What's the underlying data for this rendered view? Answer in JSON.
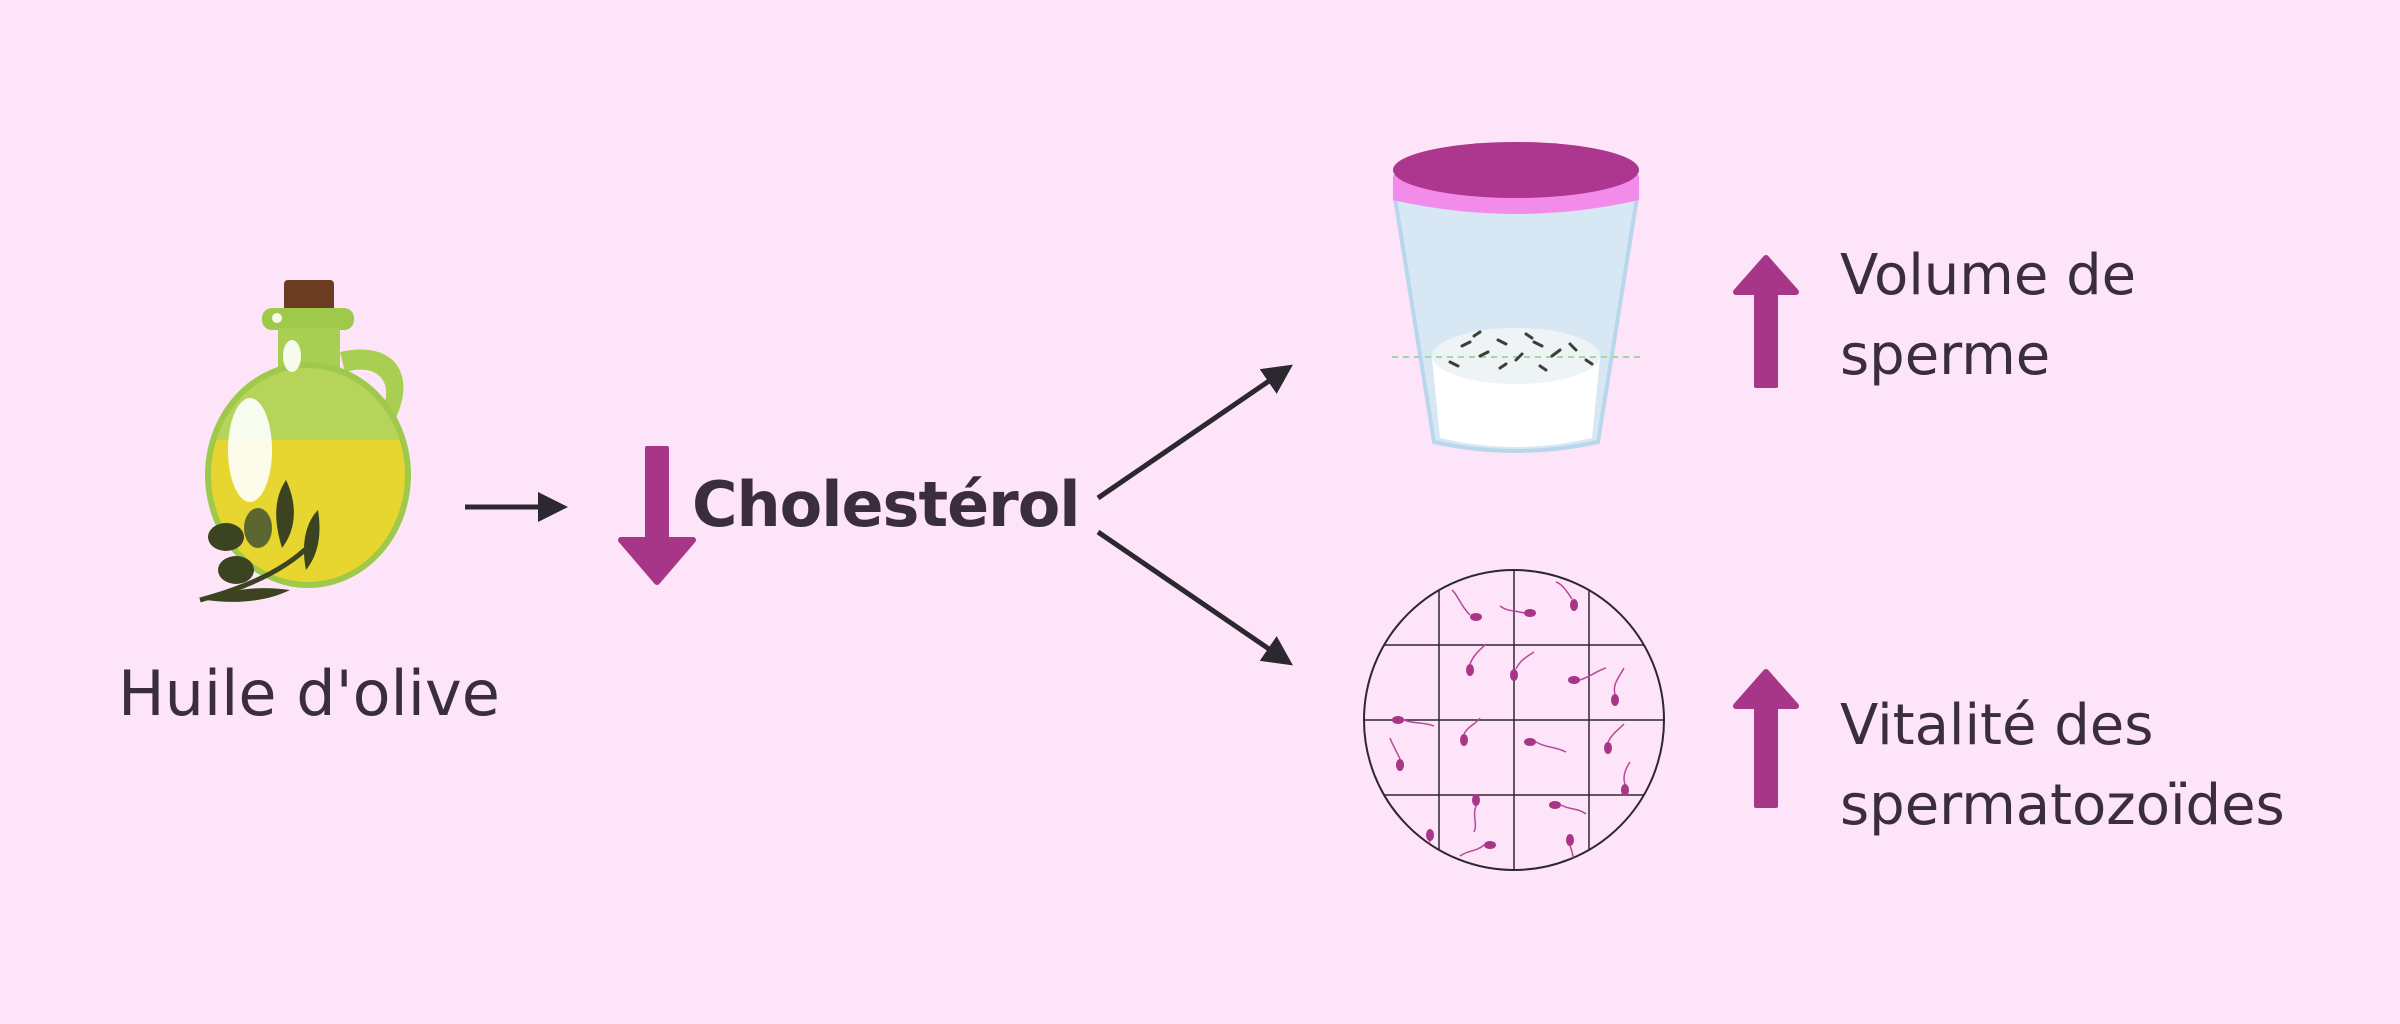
{
  "labels": {
    "oil": "Huile d'olive",
    "cholesterol": "Cholestérol",
    "semen_volume": [
      "Volume de",
      "sperme"
    ],
    "sperm_vitality": [
      "Vitalité des",
      "spermatozoïdes"
    ]
  },
  "colors": {
    "background": "#fde4f8",
    "accent": "#a83688",
    "arrow": "#2b2830",
    "text": "#3a2e3d"
  },
  "icons": [
    "olive-oil-jar-icon",
    "specimen-cup-icon",
    "microscope-slide-icon"
  ]
}
